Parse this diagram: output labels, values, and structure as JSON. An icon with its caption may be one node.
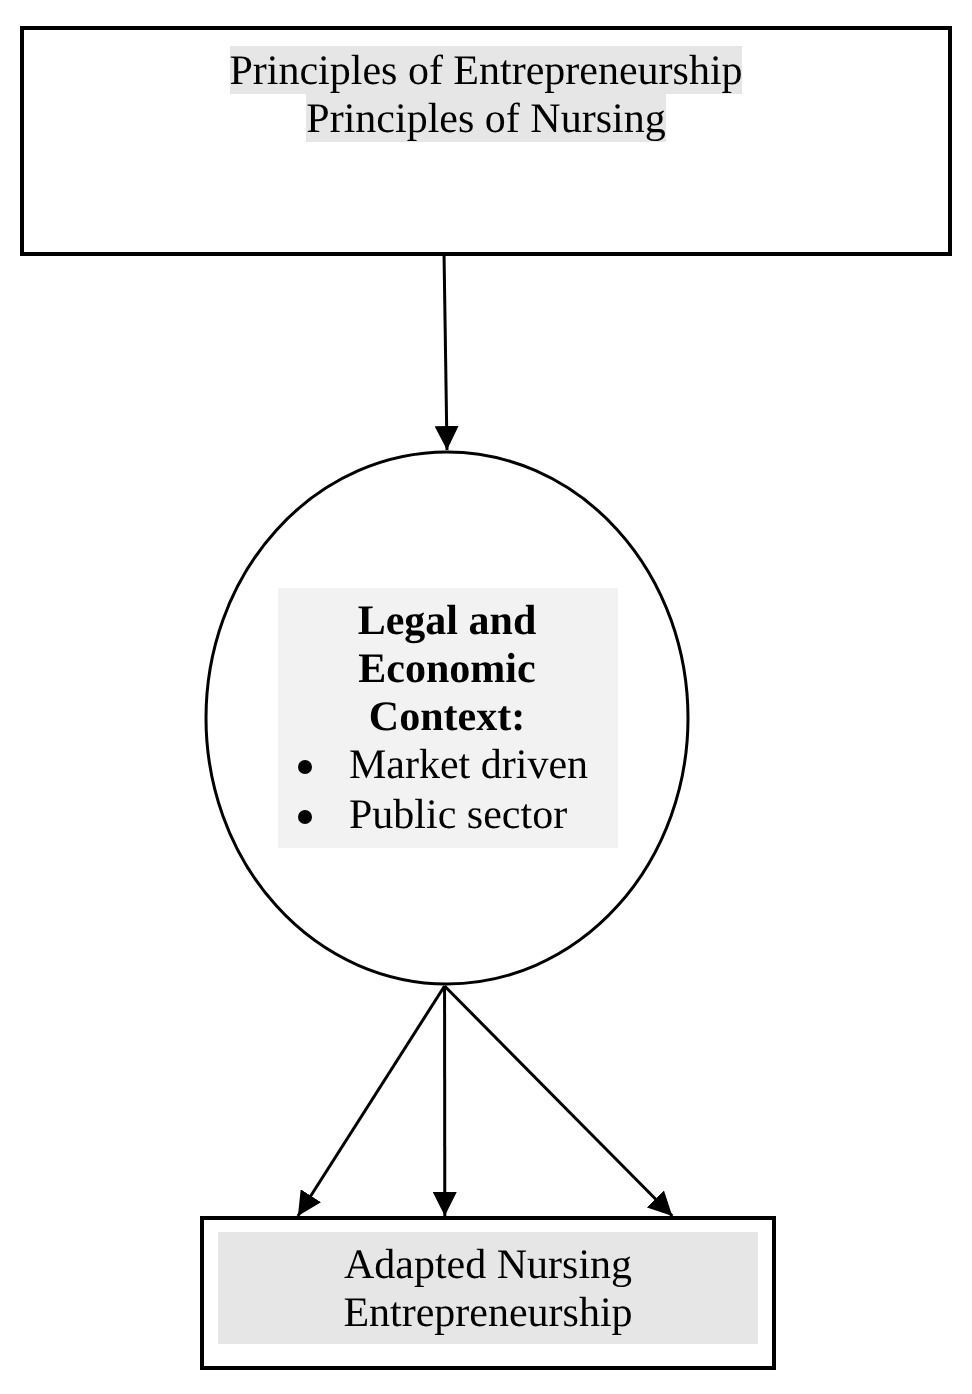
{
  "diagram": {
    "nodes": [
      {
        "text": [
          "Principles of Entrepreneurship",
          "Principles of Nursing"
        ]
      },
      {
        "text": [
          "Legal and Economic Context:",
          "Market driven",
          "Public sector"
        ]
      },
      {
        "text": [
          "Adapted Nursing Entrepreneurship"
        ]
      }
    ],
    "edges": [
      {
        "from": 0,
        "to": 1,
        "arrow": "to"
      },
      {
        "from": 1,
        "to": 2,
        "arrow": "to"
      },
      {
        "from": 1,
        "to": 2,
        "arrow": "to"
      },
      {
        "from": 1,
        "to": 2,
        "arrow": "to"
      }
    ]
  }
}
